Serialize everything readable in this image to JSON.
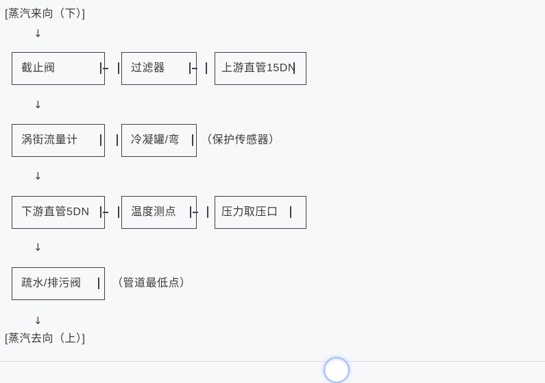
{
  "page": {
    "background": "#f7f8fa",
    "text_color": "#3a3a3a",
    "line_color": "#3f4043",
    "divider_color": "#d8dade",
    "accent_blue": "#a6c0f2"
  },
  "flow": {
    "source_label": "[蒸汽来向（下）]",
    "sink_label": "[蒸汽去向（上）]",
    "arrow": "↓",
    "rows": [
      {
        "boxes": [
          {
            "label": "截止阀"
          },
          {
            "label": "过滤器"
          },
          {
            "label": "上游直管15DN"
          }
        ]
      },
      {
        "boxes": [
          {
            "label": "涡街流量计"
          },
          {
            "label": "冷凝罐/弯"
          }
        ],
        "note": "（保护传感器）"
      },
      {
        "boxes": [
          {
            "label": "下游直管5DN"
          },
          {
            "label": "温度测点"
          },
          {
            "label": "压力取压口"
          }
        ]
      },
      {
        "boxes": [
          {
            "label": "疏水/排污阀"
          }
        ],
        "note": "（管道最低点）"
      }
    ]
  }
}
